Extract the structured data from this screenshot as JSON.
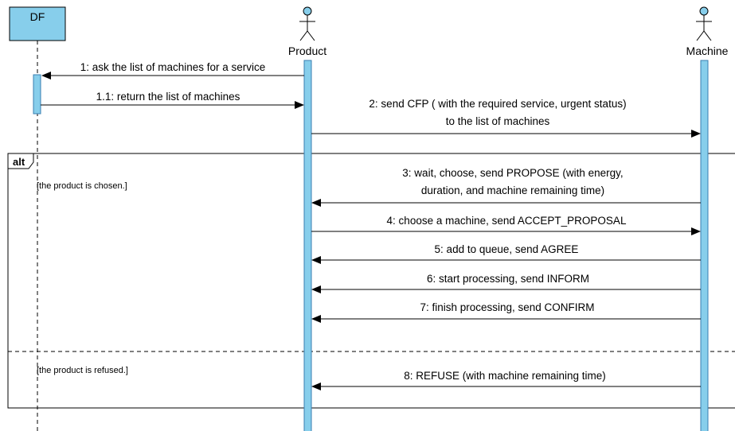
{
  "participants": {
    "df": {
      "label": "DF",
      "fill": "#87ceeb"
    },
    "product": {
      "label": "Product"
    },
    "machine": {
      "label": "Machine"
    }
  },
  "colors": {
    "activation": "#87ceeb",
    "stroke": "#000000",
    "activation_stroke": "#3a7fb0"
  },
  "messages": [
    {
      "id": "m1",
      "lines": [
        "1: ask the list of machines for a service"
      ]
    },
    {
      "id": "m1_1",
      "lines": [
        "1.1: return the list of machines"
      ]
    },
    {
      "id": "m2",
      "lines": [
        "2: send CFP ( with the required service, urgent status)",
        "to the list of machines"
      ]
    },
    {
      "id": "m3",
      "lines": [
        "3: wait, choose, send PROPOSE (with energy,",
        "duration, and machine remaining time)"
      ]
    },
    {
      "id": "m4",
      "lines": [
        "4: choose a machine, send ACCEPT_PROPOSAL"
      ]
    },
    {
      "id": "m5",
      "lines": [
        "5: add to queue, send AGREE"
      ]
    },
    {
      "id": "m6",
      "lines": [
        "6: start processing, send INFORM"
      ]
    },
    {
      "id": "m7",
      "lines": [
        "7: finish processing, send CONFIRM"
      ]
    },
    {
      "id": "m8",
      "lines": [
        "8: REFUSE (with machine remaining time)"
      ]
    }
  ],
  "fragment": {
    "operator": "alt",
    "guards": [
      "[the product is chosen.]",
      "[the product is refused.]"
    ]
  }
}
